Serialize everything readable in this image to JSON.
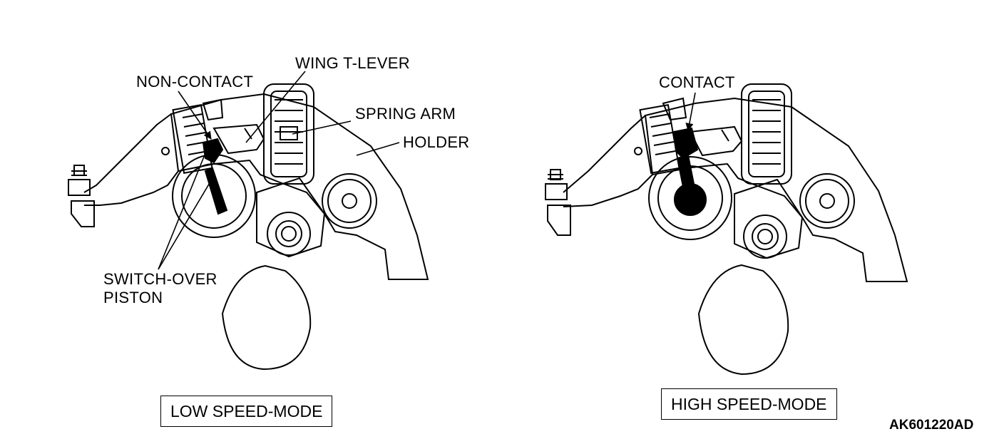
{
  "left_panel": {
    "labels": {
      "non_contact": "NON-CONTACT",
      "wing_t_lever": "WING T-LEVER",
      "spring_arm": "SPRING ARM",
      "holder": "HOLDER",
      "switch_over_piston_line1": "SWITCH-OVER",
      "switch_over_piston_line2": "PISTON"
    },
    "mode": "LOW SPEED-MODE"
  },
  "right_panel": {
    "labels": {
      "contact": "CONTACT"
    },
    "mode": "HIGH SPEED-MODE"
  },
  "figure_code": "AK601220AD"
}
